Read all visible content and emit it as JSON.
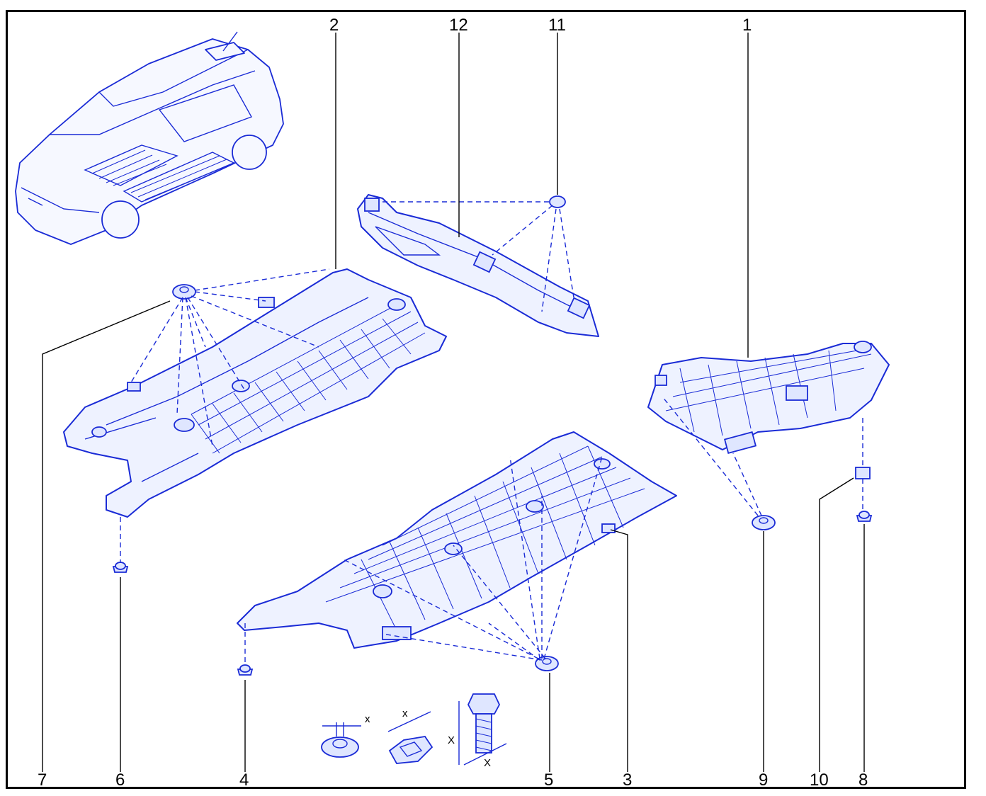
{
  "callouts": [
    {
      "id": "2",
      "label": "2"
    },
    {
      "id": "12",
      "label": "12"
    },
    {
      "id": "11",
      "label": "11"
    },
    {
      "id": "1",
      "label": "1"
    },
    {
      "id": "7",
      "label": "7"
    },
    {
      "id": "6",
      "label": "6"
    },
    {
      "id": "4",
      "label": "4"
    },
    {
      "id": "5",
      "label": "5"
    },
    {
      "id": "3",
      "label": "3"
    },
    {
      "id": "9",
      "label": "9"
    },
    {
      "id": "10",
      "label": "10"
    },
    {
      "id": "8",
      "label": "8"
    }
  ],
  "dimension_labels": {
    "nut": "x",
    "clip": "x",
    "bolt_len": "X",
    "bolt_dia": "X"
  },
  "colors": {
    "line_art": "#1a2bd6",
    "fill": "#eef2ff",
    "frame": "#000000"
  },
  "icons": [
    "vehicle-overview-icon",
    "underbody-shield-icon",
    "nut-icon",
    "clip-nut-icon",
    "bolt-icon"
  ]
}
